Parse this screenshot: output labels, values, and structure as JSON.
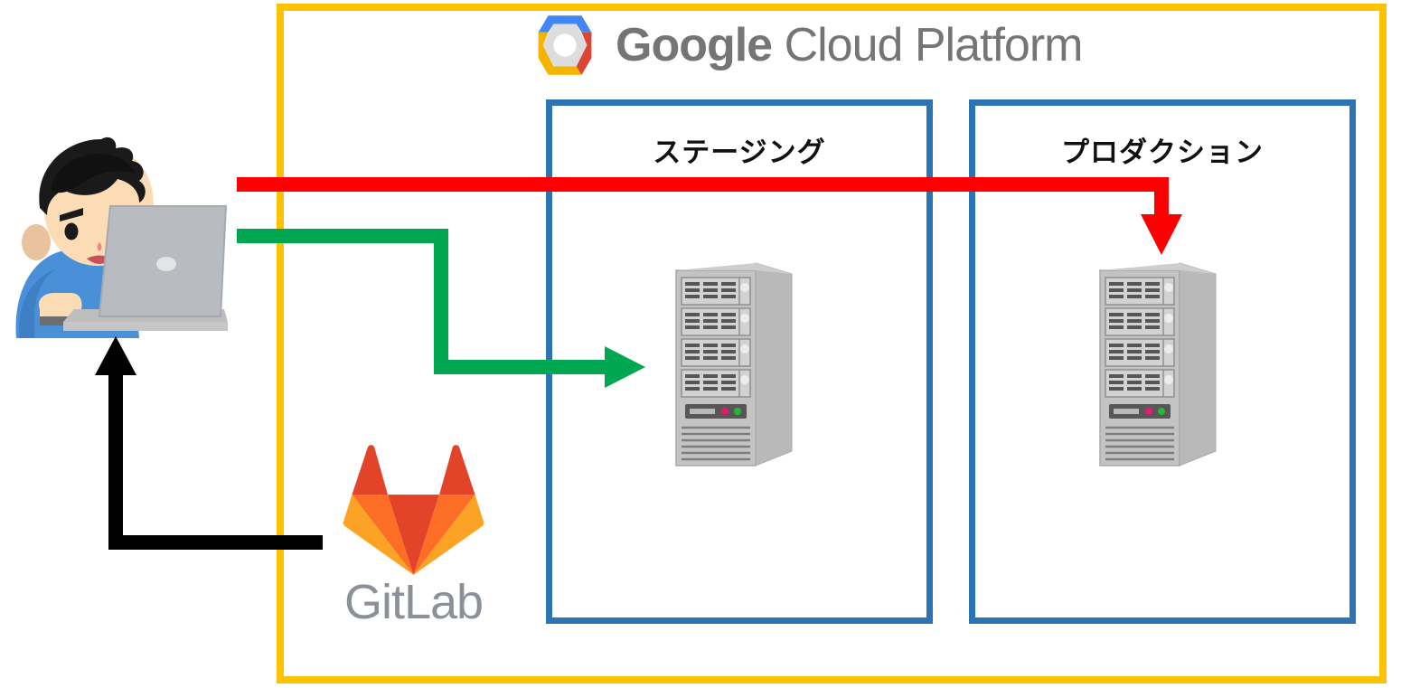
{
  "diagram": {
    "title": "GCP deployment pipeline diagram",
    "platform": {
      "name_bold": "Google",
      "name_light": "Cloud Platform",
      "logo_icon": "google-cloud-hexagon-icon",
      "frame_color": "#FDC300"
    },
    "environments": [
      {
        "id": "staging",
        "label": "ステージング",
        "border_color": "#2D74B5",
        "server_icon": "server-tower-icon"
      },
      {
        "id": "production",
        "label": "プロダクション",
        "border_color": "#2D74B5",
        "server_icon": "server-tower-icon"
      }
    ],
    "actors": [
      {
        "id": "developer",
        "icon": "person-at-laptop-icon",
        "label": ""
      },
      {
        "id": "gitlab",
        "icon": "gitlab-fox-icon",
        "label": "GitLab",
        "label_color": "#8C9199",
        "logo_colors": {
          "red": "#E24329",
          "orange": "#FC6D26",
          "amber": "#FCA326"
        }
      }
    ],
    "connectors": [
      {
        "id": "deploy-to-production",
        "color": "#FA0000",
        "from": "developer",
        "to": "production",
        "style": "elbow-right-down",
        "arrowhead": "down"
      },
      {
        "id": "deploy-to-staging",
        "color": "#00A650",
        "from": "developer",
        "to": "staging",
        "style": "elbow-right-down-right",
        "arrowhead": "right"
      },
      {
        "id": "gitlab-to-developer",
        "color": "#000000",
        "from": "gitlab",
        "to": "developer",
        "style": "elbow-left-up",
        "arrowhead": "up"
      }
    ],
    "colors": {
      "frame_yellow": "#FDC300",
      "box_blue": "#2D74B5",
      "red": "#FA0000",
      "green": "#00A650",
      "black": "#000000",
      "server_gray": "#B3B3B3",
      "text_gray": "#757575"
    }
  }
}
